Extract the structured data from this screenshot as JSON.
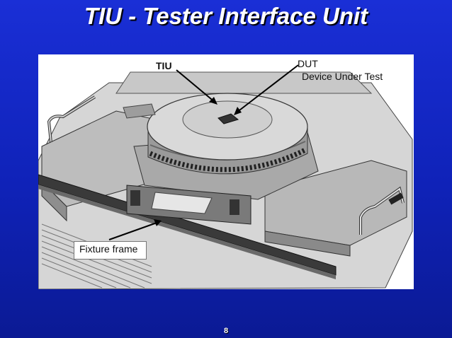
{
  "slide": {
    "title": "TIU - Tester Interface Unit",
    "page_number": "8"
  },
  "figure": {
    "callouts": {
      "tiu": "TIU",
      "dut": "DUT",
      "dut_full": "Device Under Test",
      "fixture": "Fixture frame"
    }
  }
}
